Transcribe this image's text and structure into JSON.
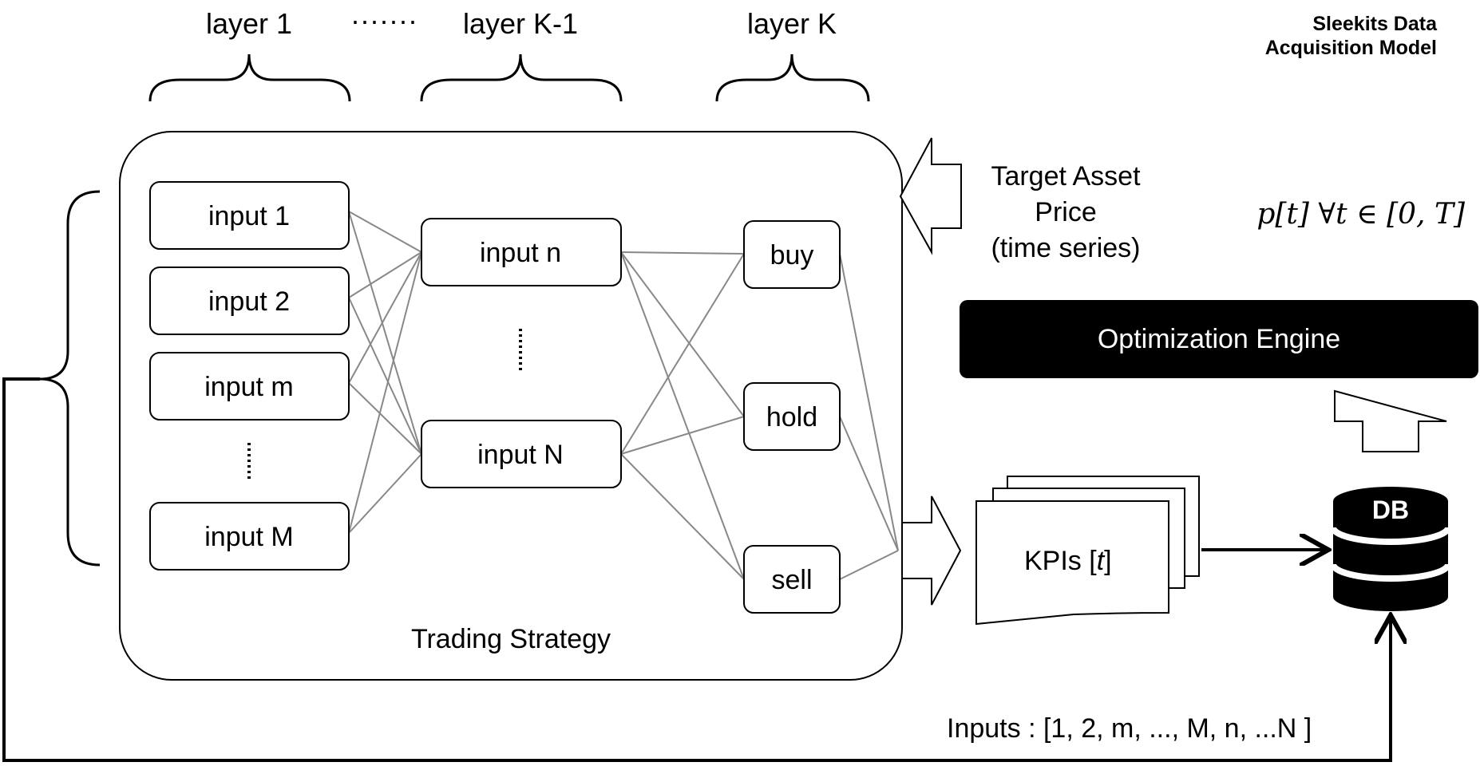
{
  "caption": {
    "line1": "Sleekits Data",
    "line2": "Acquisition Model"
  },
  "layers": {
    "first": "layer 1",
    "dots": "·······",
    "middle": "layer K-1",
    "last": "layer K"
  },
  "layer1_nodes": [
    "input 1",
    "input 2",
    "input m",
    "input M"
  ],
  "layerK1_nodes": [
    "input n",
    "input N"
  ],
  "layerK_nodes": [
    "buy",
    "hold",
    "sell"
  ],
  "strategy_label": "Trading Strategy",
  "target_asset": {
    "line1": "Target Asset",
    "line2": "Price",
    "line3": "(time series)"
  },
  "price_formula": "p[t] ∀t ∈ [0, T]",
  "optimization_engine": "Optimization Engine",
  "kpis": {
    "text": "KPIs [",
    "var": "t",
    "close": "]"
  },
  "db_label": "DB",
  "inputs_label": "Inputs : [1, 2, m, ..., M, n, ...N ]",
  "colors": {
    "line": "#000000",
    "connection": "#888888",
    "engine_bg": "#000000",
    "engine_text": "#ffffff",
    "db_fill": "#000000"
  }
}
